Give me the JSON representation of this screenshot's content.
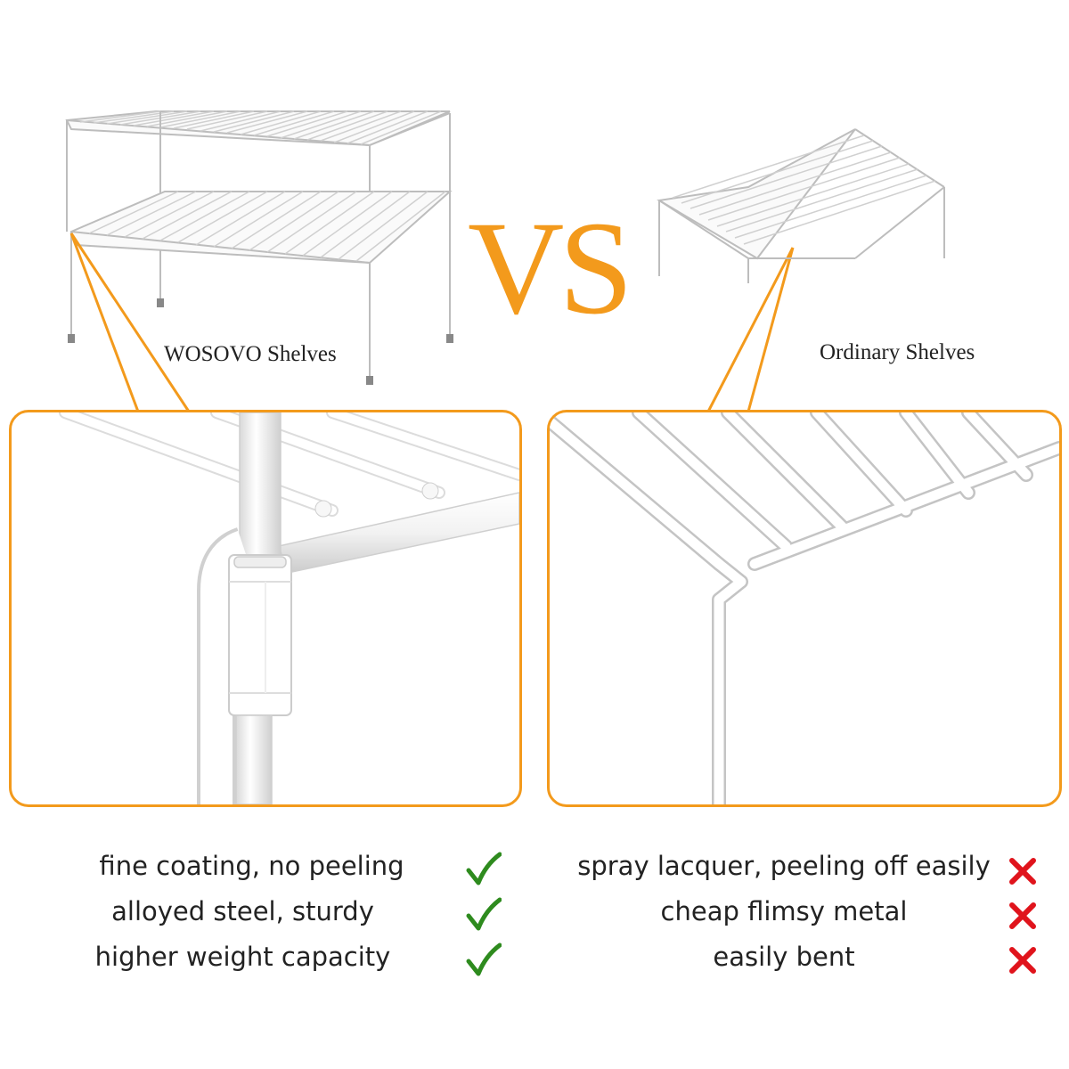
{
  "vs_text": "VS",
  "left": {
    "label": "WOSOVO Shelves",
    "features": [
      {
        "text": "fine coating, no peeling",
        "mark": "check-icon"
      },
      {
        "text": "alloyed steel, sturdy",
        "mark": "check-icon"
      },
      {
        "text": "higher weight capacity",
        "mark": "check-icon"
      }
    ]
  },
  "right": {
    "label": "Ordinary Shelves",
    "features": [
      {
        "text": "spray lacquer, peeling off easily",
        "mark": "cross-icon"
      },
      {
        "text": "cheap flimsy metal",
        "mark": "cross-icon"
      },
      {
        "text": "easily bent",
        "mark": "cross-icon"
      }
    ]
  },
  "colors": {
    "accent": "#f39a1c",
    "check": "#2e8b1e",
    "cross": "#e0141c",
    "wire": "#c8c8c8"
  }
}
